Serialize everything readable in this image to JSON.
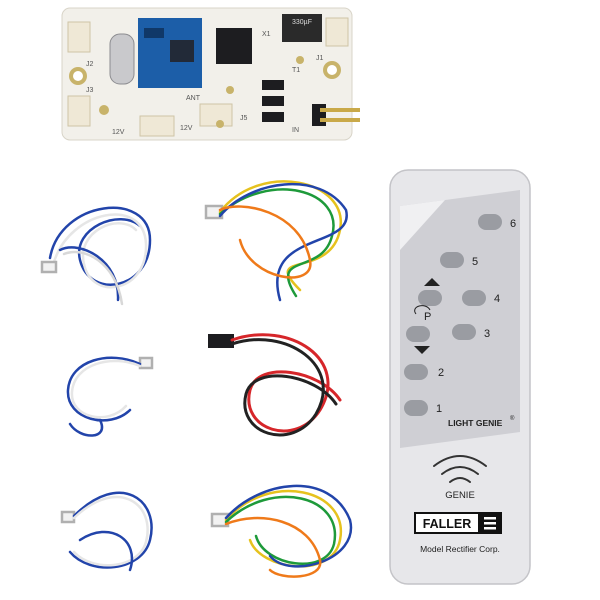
{
  "colors": {
    "background": "#ffffff",
    "pcb_white": "#f2f0ea",
    "gold": "#b89b4a",
    "connector": "#efe8d6",
    "wire_white": "#e6e6e6",
    "wire_blue": "#2244aa",
    "wire_red": "#d6262a",
    "wire_black": "#222222",
    "wire_yellow": "#e6c21e",
    "wire_green": "#1e9a3a",
    "wire_orange": "#ef7a1a",
    "remote_body": "#e7e7ea",
    "remote_panel": "#cfcfd4",
    "button_gray": "#9a9ca2",
    "brand_black": "#111111"
  },
  "pcb": {
    "cap_label": "330µF",
    "labels": [
      "J2",
      "J3",
      "12V",
      "12V",
      "ANT",
      "J1",
      "T1",
      "IN",
      "J5",
      "X1"
    ]
  },
  "remote": {
    "buttons": [
      {
        "label": "6"
      },
      {
        "label": "5"
      },
      {
        "label": "4"
      },
      {
        "label": "3"
      },
      {
        "label": "2"
      },
      {
        "label": "1"
      }
    ],
    "p_label": "P",
    "light_genie": "LIGHT GENIE",
    "registered": "®",
    "genie": "GENIE",
    "brand": "FALLER",
    "footer": "Model Rectifier Corp."
  },
  "icons": {
    "arrow_up": "triangle-up-icon",
    "arrow_down": "triangle-down-icon",
    "signal": "wireless-signal-icon",
    "brand_mark": "faller-logo-icon"
  }
}
